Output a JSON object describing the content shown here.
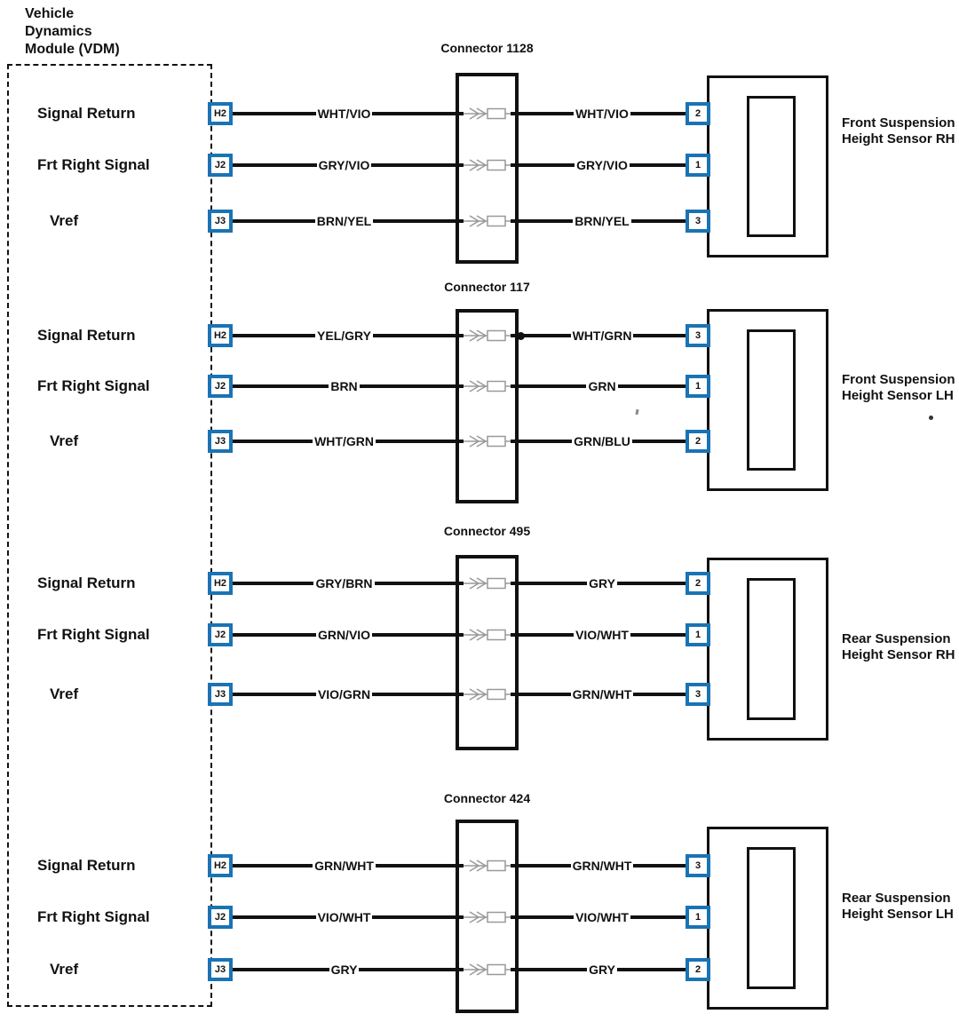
{
  "module": {
    "title_lines": [
      "Vehicle",
      "Dynamics",
      "Module (VDM)"
    ],
    "row_labels": [
      "Signal Return",
      "Frt Right Signal",
      "Vref"
    ]
  },
  "colors": {
    "pin_box_blue": "#1a73b4",
    "wire_black": "#111111",
    "symbol_gray": "#999999"
  },
  "groups": [
    {
      "connector_title": "Connector 1128",
      "sensor_label_lines": [
        "Front Suspension",
        "Height Sensor RH"
      ],
      "rows": [
        {
          "module_pin": "H2",
          "wire_left": "WHT/VIO",
          "wire_right": "WHT/VIO",
          "sensor_pin": "2"
        },
        {
          "module_pin": "J2",
          "wire_left": "GRY/VIO",
          "wire_right": "GRY/VIO",
          "sensor_pin": "1"
        },
        {
          "module_pin": "J3",
          "wire_left": "BRN/YEL",
          "wire_right": "BRN/YEL",
          "sensor_pin": "3"
        }
      ]
    },
    {
      "connector_title": "Connector 117",
      "sensor_label_lines": [
        "Front Suspension",
        "Height Sensor LH"
      ],
      "rows": [
        {
          "module_pin": "H2",
          "wire_left": "YEL/GRY",
          "wire_right": "WHT/GRN",
          "sensor_pin": "3"
        },
        {
          "module_pin": "J2",
          "wire_left": "BRN",
          "wire_right": "GRN",
          "sensor_pin": "1"
        },
        {
          "module_pin": "J3",
          "wire_left": "WHT/GRN",
          "wire_right": "GRN/BLU",
          "sensor_pin": "2"
        }
      ]
    },
    {
      "connector_title": "Connector 495",
      "sensor_label_lines": [
        "Rear Suspension",
        "Height Sensor RH"
      ],
      "rows": [
        {
          "module_pin": "H2",
          "wire_left": "GRY/BRN",
          "wire_right": "GRY",
          "sensor_pin": "2"
        },
        {
          "module_pin": "J2",
          "wire_left": "GRN/VIO",
          "wire_right": "VIO/WHT",
          "sensor_pin": "1"
        },
        {
          "module_pin": "J3",
          "wire_left": "VIO/GRN",
          "wire_right": "GRN/WHT",
          "sensor_pin": "3"
        }
      ]
    },
    {
      "connector_title": "Connector 424",
      "sensor_label_lines": [
        "Rear Suspension",
        "Height Sensor LH"
      ],
      "rows": [
        {
          "module_pin": "H2",
          "wire_left": "GRN/WHT",
          "wire_right": "GRN/WHT",
          "sensor_pin": "3"
        },
        {
          "module_pin": "J2",
          "wire_left": "VIO/WHT",
          "wire_right": "VIO/WHT",
          "sensor_pin": "1"
        },
        {
          "module_pin": "J3",
          "wire_left": "GRY",
          "wire_right": "GRY",
          "sensor_pin": "2"
        }
      ]
    }
  ]
}
